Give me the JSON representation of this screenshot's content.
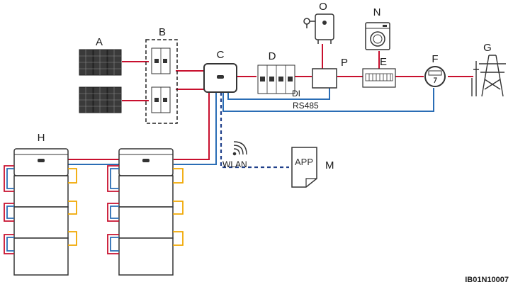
{
  "labels": {
    "pv": "A",
    "switch_box": "B",
    "inverter": "C",
    "breaker": "D",
    "distribution": "E",
    "meter": "F",
    "grid": "G",
    "battery": "H",
    "app": "M",
    "washer": "N",
    "heater": "O",
    "controller": "P"
  },
  "connections": {
    "di": "DI",
    "rs485": "RS485",
    "wlan": "WLAN"
  },
  "app_text": "APP",
  "figure_id": "IB01N10007",
  "colors": {
    "power": "#c8102e",
    "signal": "#2a6db5",
    "battery_pos": "#c8102e",
    "battery_neg": "#2a6db5",
    "battery_link": "#f0a800",
    "outline": "#333333"
  }
}
